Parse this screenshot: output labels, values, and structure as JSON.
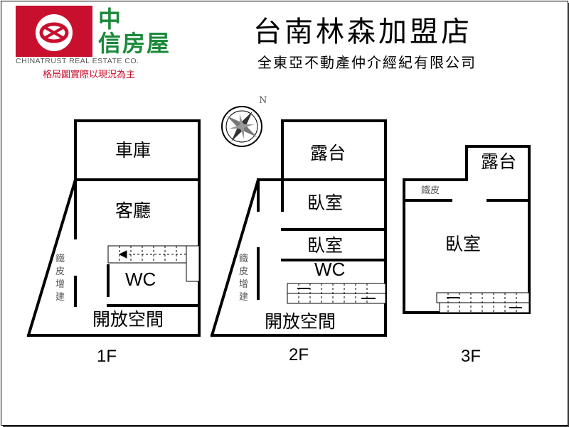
{
  "header": {
    "brand_cn_line1": "中",
    "brand_cn_line2": "信房屋",
    "brand_en": "CHINATRUST REAL ESTATE CO.",
    "disclaimer": "格局圖實際以現況為主",
    "store_title": "台南林森加盟店",
    "company": "全東亞不動產仲介經紀有限公司"
  },
  "compass": {
    "north_label": "N"
  },
  "floors": {
    "f1": {
      "label": "1F",
      "rooms": {
        "garage": "車庫",
        "living": "客廳",
        "wc": "WC",
        "open_space": "開放空間"
      },
      "annex": "鐵皮增建"
    },
    "f2": {
      "label": "2F",
      "rooms": {
        "terrace": "露台",
        "bedroom1": "臥室",
        "bedroom2": "臥室",
        "wc": "WC",
        "open_space": "開放空間"
      },
      "annex": "鐵皮增建"
    },
    "f3": {
      "label": "3F",
      "rooms": {
        "terrace": "露台",
        "iron_sheet": "鐵皮",
        "bedroom": "臥室"
      }
    }
  },
  "colors": {
    "brand_red": "#c8102e",
    "brand_green": "#1a8a3a",
    "wall": "#000000"
  }
}
